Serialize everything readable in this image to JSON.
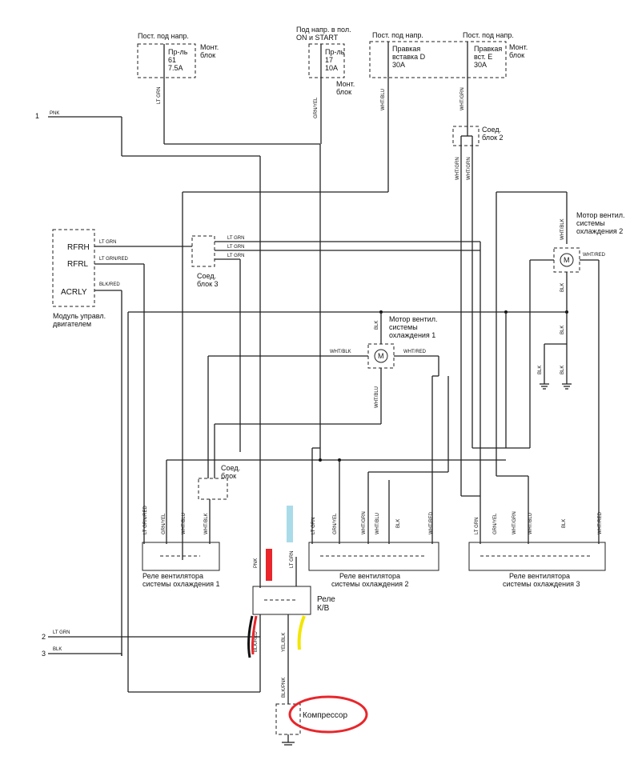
{
  "fuse_boxes": {
    "fb1": {
      "header": "Пост. под напр.",
      "fuse_name": "Пр-ль",
      "fuse_num": "61",
      "rating": "7.5A",
      "note1": "Монт.",
      "note2": "блок"
    },
    "fb2": {
      "header1": "Под напр. в пол.",
      "header2": "ON и START",
      "fuse_name": "Пр-ль",
      "fuse_num": "17",
      "rating": "10A",
      "note1": "Монт.",
      "note2": "блок"
    },
    "fb3": {
      "header": "Пост. под напр.",
      "fuse_name": "Правкая",
      "fuse_name2": "вставка D",
      "rating": "30A"
    },
    "fb4": {
      "header": "Пост. под напр.",
      "fuse_name": "Правкая",
      "fuse_name2": "вст. E",
      "rating": "30A",
      "note1": "Монт.",
      "note2": "блок"
    }
  },
  "connectors": {
    "c2": {
      "line1": "Соед.",
      "line2": "блок 2"
    },
    "c3": {
      "line1": "Соед.",
      "line2": "блок 3"
    },
    "c4": {
      "line1": "Соед.",
      "line2": "блок"
    }
  },
  "ecm": {
    "pins": [
      "RFRH",
      "RFRL",
      "ACRLY"
    ],
    "title1": "Модуль управл.",
    "title2": "двигателем"
  },
  "motors": {
    "m1": {
      "line1": "Мотор вентил.",
      "line2": "системы",
      "line3": "охлаждения 1"
    },
    "m2": {
      "line1": "Мотор вентил.",
      "line2": "системы",
      "line3": "охлаждения 2"
    }
  },
  "relays": {
    "r1": {
      "line1": "Реле вентилятора",
      "line2": "системы охлаждения 1"
    },
    "r2": {
      "line1": "Реле вентилятора",
      "line2": "системы охлаждения 2"
    },
    "r3": {
      "line1": "Реле вентилятора",
      "line2": "системы охлаждения 3"
    },
    "ac": {
      "line1": "Реле",
      "line2": "К/В"
    }
  },
  "compressor": "Компрессор",
  "terminals": [
    "1",
    "2",
    "3"
  ],
  "wires": {
    "pnk": "PNK",
    "lt_grn": "LT GRN",
    "lt_grn_red": "LT GRN/RED",
    "blk_red": "BLK/RED",
    "grn_yel": "GRN/YEL",
    "wht_blu": "WHT/BLU",
    "wht_grn": "WHT/GRN",
    "wht_blk": "WHT/BLK",
    "wht_red": "WHT/RED",
    "blk": "BLK",
    "yel_blk": "YEL/BLK",
    "blk_pnk": "BLK/PNK"
  },
  "annotation_colors": {
    "red": "#e8262b",
    "cyan": "#a9dbe9",
    "yellow": "#f2e600",
    "black": "#111111"
  }
}
